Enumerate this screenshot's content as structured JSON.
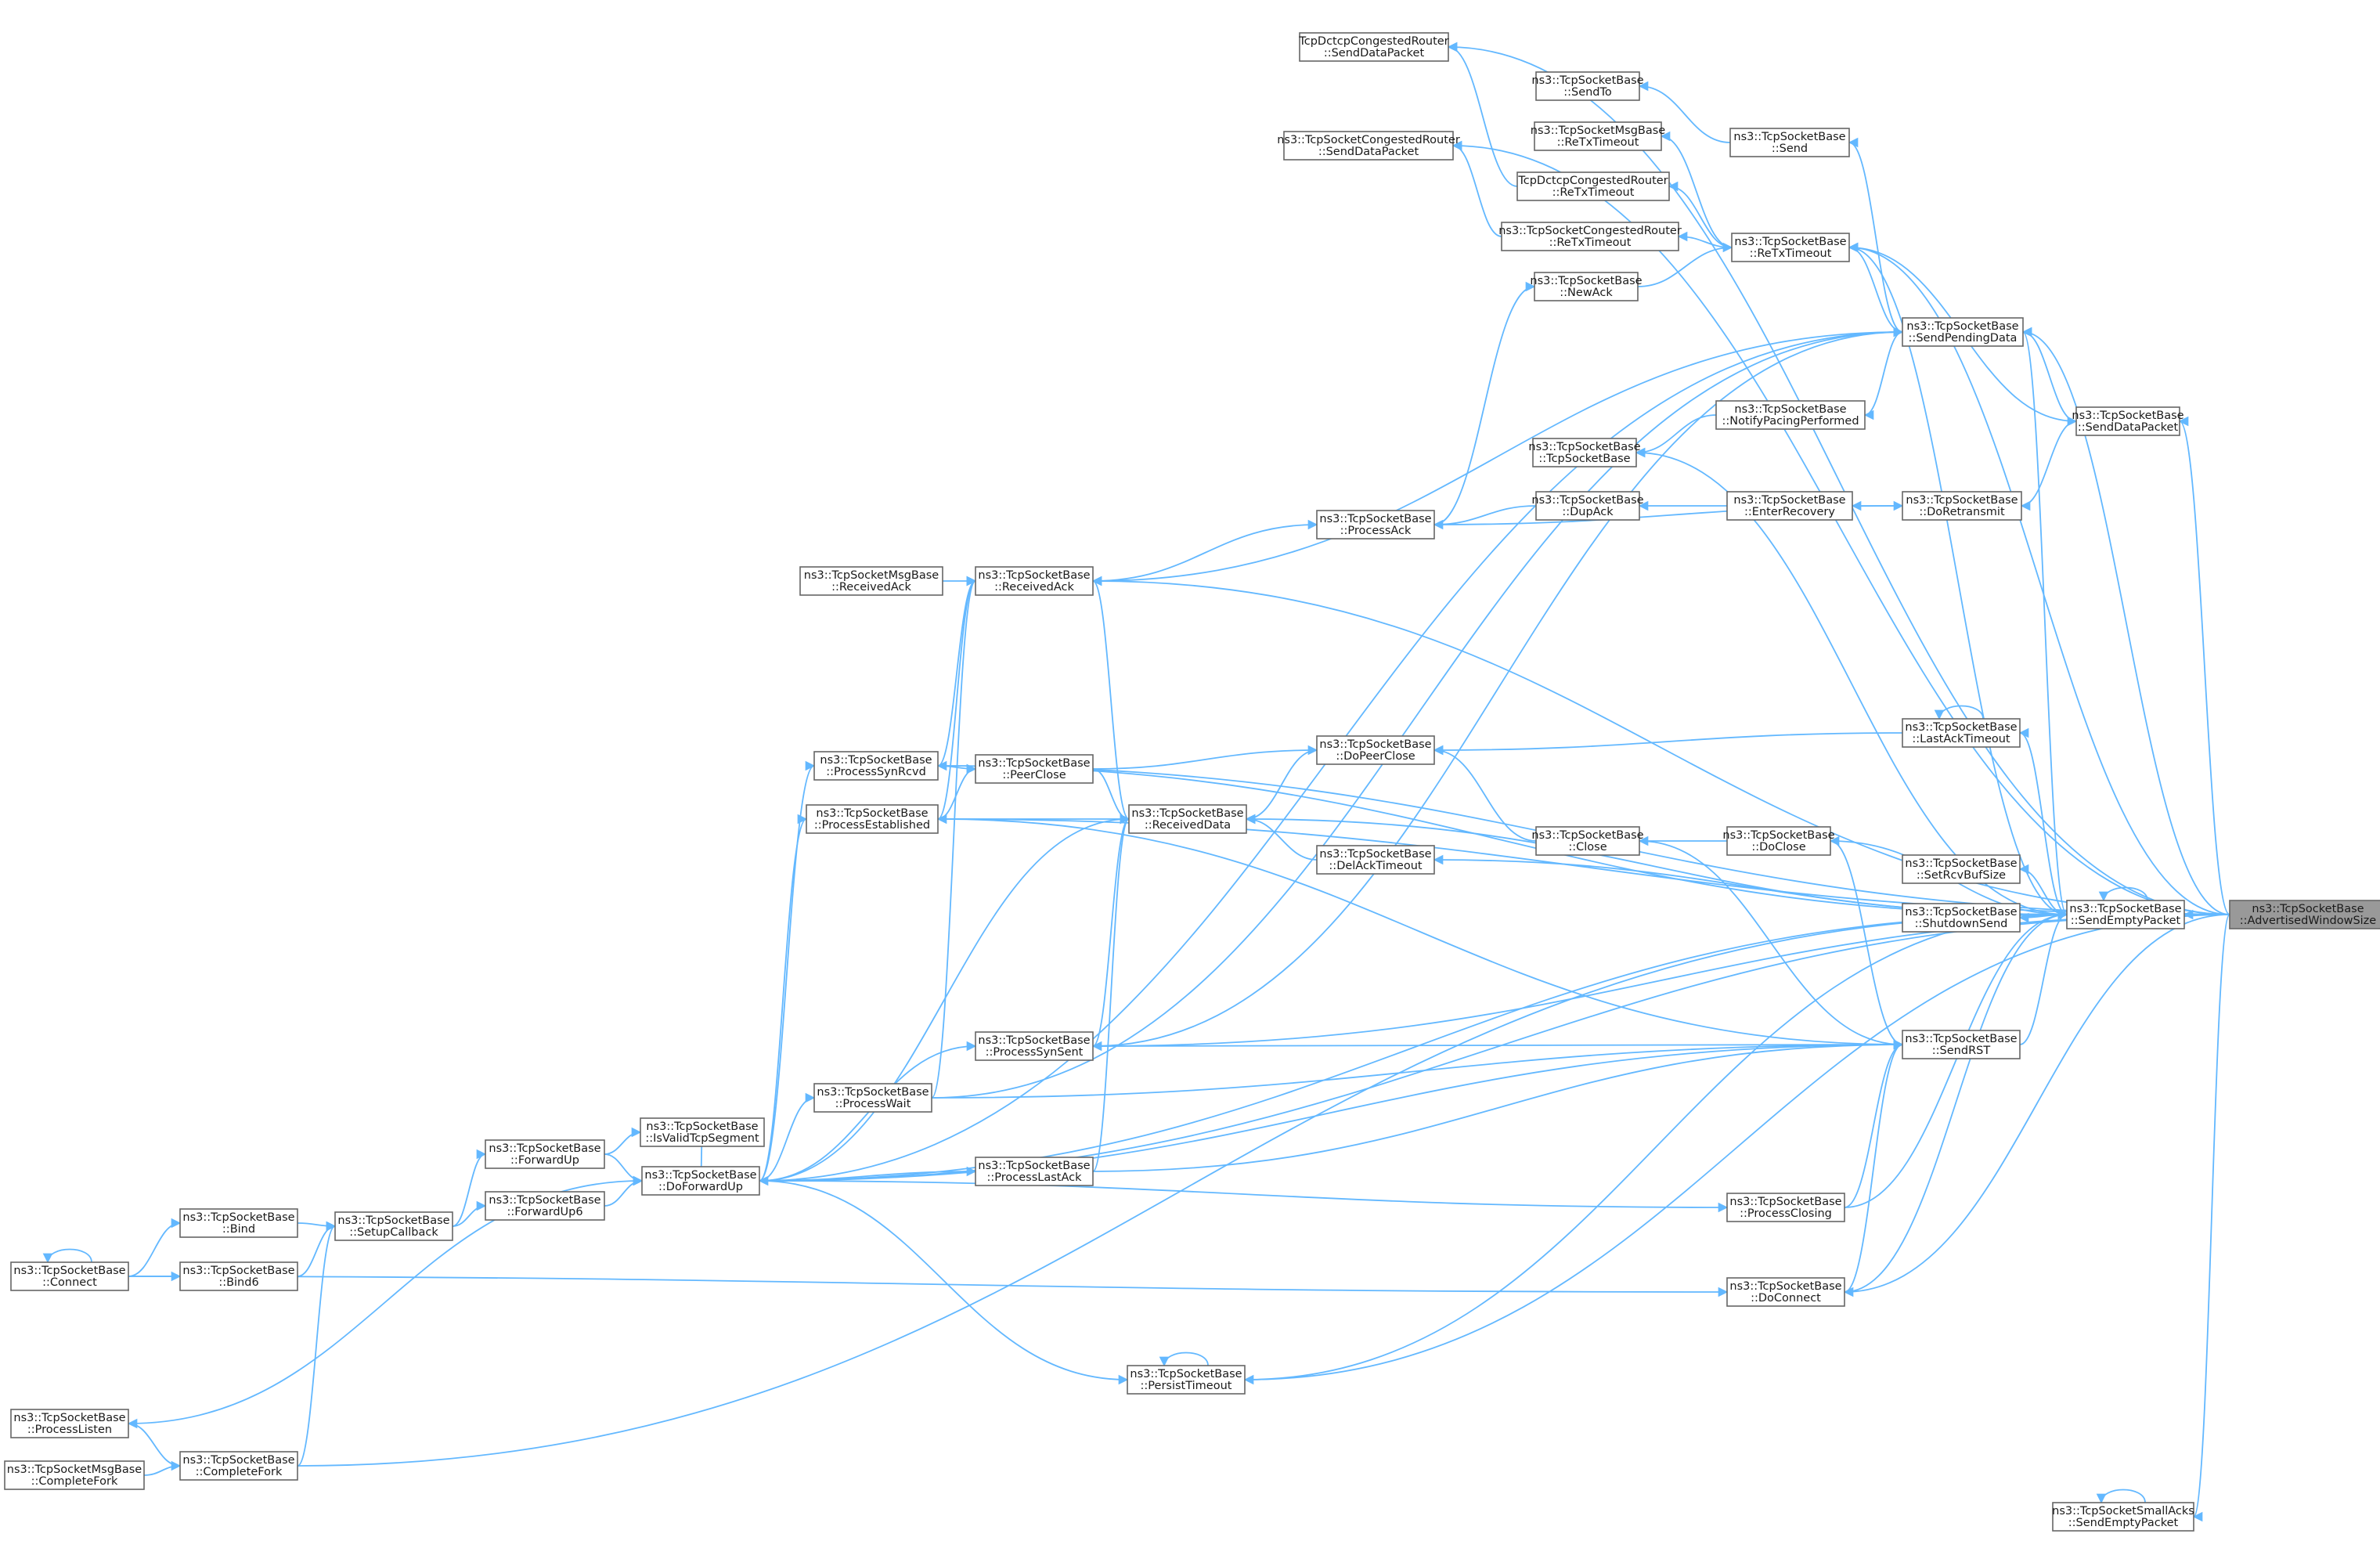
{
  "graph": {
    "root": "aws",
    "colors": {
      "edge": "#63b8ff",
      "node_border": "#666666",
      "root_fill": "#999999",
      "background": "#ffffff"
    },
    "nodes": {
      "aws": [
        "ns3::TcpSocketBase",
        "::AdvertisedWindowSize"
      ],
      "sep": [
        "ns3::TcpSocketBase",
        "::SendEmptyPacket"
      ],
      "smallacks": [
        "ns3::TcpSocketSmallAcks",
        "::SendEmptyPacket"
      ],
      "sdp": [
        "ns3::TcpSocketBase",
        "::SendDataPacket"
      ],
      "dctcpsdp": [
        "TcpDctcpCongestedRouter",
        "::SendDataPacket"
      ],
      "congsdp": [
        "ns3::TcpSocketCongestedRouter",
        "::SendDataPacket"
      ],
      "sendto": [
        "ns3::TcpSocketBase",
        "::SendTo"
      ],
      "send": [
        "ns3::TcpSocketBase",
        "::Send"
      ],
      "msgretx": [
        "ns3::TcpSocketMsgBase",
        "::ReTxTimeout"
      ],
      "dctcpretx": [
        "TcpDctcpCongestedRouter",
        "::ReTxTimeout"
      ],
      "congretx": [
        "ns3::TcpSocketCongestedRouter",
        "::ReTxTimeout"
      ],
      "retx": [
        "ns3::TcpSocketBase",
        "::ReTxTimeout"
      ],
      "newack": [
        "ns3::TcpSocketBase",
        "::NewAck"
      ],
      "spd": [
        "ns3::TcpSocketBase",
        "::SendPendingData"
      ],
      "npp": [
        "ns3::TcpSocketBase",
        "::NotifyPacingPerformed"
      ],
      "ctor": [
        "ns3::TcpSocketBase",
        "::TcpSocketBase"
      ],
      "dupack": [
        "ns3::TcpSocketBase",
        "::DupAck"
      ],
      "enterrec": [
        "ns3::TcpSocketBase",
        "::EnterRecovery"
      ],
      "doretx": [
        "ns3::TcpSocketBase",
        "::DoRetransmit"
      ],
      "procack": [
        "ns3::TcpSocketBase",
        "::ProcessAck"
      ],
      "msgrecack": [
        "ns3::TcpSocketMsgBase",
        "::ReceivedAck"
      ],
      "recack": [
        "ns3::TcpSocketBase",
        "::ReceivedAck"
      ],
      "synrcvd": [
        "ns3::TcpSocketBase",
        "::ProcessSynRcvd"
      ],
      "peerclose": [
        "ns3::TcpSocketBase",
        "::PeerClose"
      ],
      "dopeerclose": [
        "ns3::TcpSocketBase",
        "::DoPeerClose"
      ],
      "lastacktimeout": [
        "ns3::TcpSocketBase",
        "::LastAckTimeout"
      ],
      "established": [
        "ns3::TcpSocketBase",
        "::ProcessEstablished"
      ],
      "recdata": [
        "ns3::TcpSocketBase",
        "::ReceivedData"
      ],
      "close": [
        "ns3::TcpSocketBase",
        "::Close"
      ],
      "doclose": [
        "ns3::TcpSocketBase",
        "::DoClose"
      ],
      "delack": [
        "ns3::TcpSocketBase",
        "::DelAckTimeout"
      ],
      "setrcvbuf": [
        "ns3::TcpSocketBase",
        "::SetRcvBufSize"
      ],
      "shutdown": [
        "ns3::TcpSocketBase",
        "::ShutdownSend"
      ],
      "sendrst": [
        "ns3::TcpSocketBase",
        "::SendRST"
      ],
      "synsent": [
        "ns3::TcpSocketBase",
        "::ProcessSynSent"
      ],
      "wait": [
        "ns3::TcpSocketBase",
        "::ProcessWait"
      ],
      "validseg": [
        "ns3::TcpSocketBase",
        "::IsValidTcpSegment"
      ],
      "fwdup": [
        "ns3::TcpSocketBase",
        "::ForwardUp"
      ],
      "dofwdup": [
        "ns3::TcpSocketBase",
        "::DoForwardUp"
      ],
      "lastack": [
        "ns3::TcpSocketBase",
        "::ProcessLastAck"
      ],
      "fwdup6": [
        "ns3::TcpSocketBase",
        "::ForwardUp6"
      ],
      "bind": [
        "ns3::TcpSocketBase",
        "::Bind"
      ],
      "setupcb": [
        "ns3::TcpSocketBase",
        "::SetupCallback"
      ],
      "bind6": [
        "ns3::TcpSocketBase",
        "::Bind6"
      ],
      "connect": [
        "ns3::TcpSocketBase",
        "::Connect"
      ],
      "closing": [
        "ns3::TcpSocketBase",
        "::ProcessClosing"
      ],
      "doconnect": [
        "ns3::TcpSocketBase",
        "::DoConnect"
      ],
      "persist": [
        "ns3::TcpSocketBase",
        "::PersistTimeout"
      ],
      "listen": [
        "ns3::TcpSocketBase",
        "::ProcessListen"
      ],
      "msgfork": [
        "ns3::TcpSocketMsgBase",
        "::CompleteFork"
      ],
      "fork": [
        "ns3::TcpSocketBase",
        "::CompleteFork"
      ]
    },
    "edges": [
      [
        "sep",
        "aws"
      ],
      [
        "smallacks",
        "aws"
      ],
      [
        "smallacks",
        "smallacks"
      ],
      [
        "sdp",
        "aws"
      ],
      [
        "dctcpsdp",
        "aws"
      ],
      [
        "congsdp",
        "aws"
      ],
      [
        "retx",
        "aws"
      ],
      [
        "established",
        "aws"
      ],
      [
        "synrcvd",
        "aws"
      ],
      [
        "dofwdup",
        "aws"
      ],
      [
        "synsent",
        "aws"
      ],
      [
        "persist",
        "aws"
      ],
      [
        "doconnect",
        "aws"
      ],
      [
        "recack",
        "aws"
      ],
      [
        "spd",
        "aws"
      ],
      [
        "spd",
        "sdp"
      ],
      [
        "doretx",
        "sdp"
      ],
      [
        "sendto",
        "send"
      ],
      [
        "send",
        "spd"
      ],
      [
        "msgretx",
        "retx"
      ],
      [
        "dctcpsdp",
        "dctcpretx"
      ],
      [
        "congsdp",
        "congretx"
      ],
      [
        "dctcpretx",
        "retx"
      ],
      [
        "congretx",
        "retx"
      ],
      [
        "retx",
        "spd"
      ],
      [
        "retx",
        "sep"
      ],
      [
        "retx",
        "newack"
      ],
      [
        "newack",
        "procack"
      ],
      [
        "sdp",
        "retx"
      ],
      [
        "npp",
        "spd"
      ],
      [
        "ctor",
        "npp"
      ],
      [
        "ctor",
        "sep"
      ],
      [
        "procack",
        "dupack"
      ],
      [
        "dupack",
        "enterrec"
      ],
      [
        "enterrec",
        "doretx"
      ],
      [
        "doretx",
        "procack"
      ],
      [
        "procack",
        "recack"
      ],
      [
        "recack",
        "msgrecack"
      ],
      [
        "recack",
        "spd"
      ],
      [
        "recack",
        "synrcvd"
      ],
      [
        "recack",
        "established"
      ],
      [
        "recack",
        "wait"
      ],
      [
        "recdata",
        "recack"
      ],
      [
        "recdata",
        "established"
      ],
      [
        "recdata",
        "peerclose"
      ],
      [
        "recdata",
        "dopeerclose"
      ],
      [
        "recdata",
        "delack"
      ],
      [
        "recdata",
        "dofwdup"
      ],
      [
        "recdata",
        "synsent"
      ],
      [
        "recdata",
        "lastack"
      ],
      [
        "recdata",
        "sep"
      ],
      [
        "peerclose",
        "synrcvd"
      ],
      [
        "peerclose",
        "established"
      ],
      [
        "dopeerclose",
        "peerclose"
      ],
      [
        "dopeerclose",
        "close"
      ],
      [
        "dopeerclose",
        "lastacktimeout"
      ],
      [
        "lastacktimeout",
        "lastacktimeout"
      ],
      [
        "lastacktimeout",
        "sep"
      ],
      [
        "close",
        "doclose"
      ],
      [
        "doclose",
        "sep"
      ],
      [
        "delack",
        "sep"
      ],
      [
        "setrcvbuf",
        "sep"
      ],
      [
        "shutdown",
        "sep"
      ],
      [
        "sep",
        "sep"
      ],
      [
        "sep",
        "sendrst"
      ],
      [
        "sendrst",
        "wait"
      ],
      [
        "sendrst",
        "synsent"
      ],
      [
        "sendrst",
        "established"
      ],
      [
        "sendrst",
        "dofwdup"
      ],
      [
        "sendrst",
        "close"
      ],
      [
        "sendrst",
        "doclose"
      ],
      [
        "sendrst",
        "closing"
      ],
      [
        "sendrst",
        "doconnect"
      ],
      [
        "sendrst",
        "lastack"
      ],
      [
        "sep",
        "closing"
      ],
      [
        "sep",
        "doconnect"
      ],
      [
        "sep",
        "persist"
      ],
      [
        "sep",
        "fork"
      ],
      [
        "sep",
        "dofwdup"
      ],
      [
        "sep",
        "synrcvd"
      ],
      [
        "sep",
        "spd"
      ],
      [
        "synrcvd",
        "dofwdup"
      ],
      [
        "established",
        "dofwdup"
      ],
      [
        "wait",
        "dofwdup"
      ],
      [
        "synsent",
        "dofwdup"
      ],
      [
        "lastack",
        "dofwdup"
      ],
      [
        "closing",
        "dofwdup"
      ],
      [
        "spd",
        "synsent"
      ],
      [
        "spd",
        "dofwdup"
      ],
      [
        "spd",
        "wait"
      ],
      [
        "validseg",
        "fwdup"
      ],
      [
        "validseg",
        "dofwdup"
      ],
      [
        "dofwdup",
        "fwdup"
      ],
      [
        "dofwdup",
        "fwdup6"
      ],
      [
        "fwdup",
        "setupcb"
      ],
      [
        "fwdup6",
        "setupcb"
      ],
      [
        "setupcb",
        "bind"
      ],
      [
        "setupcb",
        "bind6"
      ],
      [
        "setupcb",
        "fork"
      ],
      [
        "bind",
        "connect"
      ],
      [
        "bind6",
        "connect"
      ],
      [
        "connect",
        "connect"
      ],
      [
        "doconnect",
        "connect"
      ],
      [
        "dofwdup",
        "listen"
      ],
      [
        "persist",
        "persist"
      ],
      [
        "persist",
        "dofwdup"
      ],
      [
        "listen",
        "fork"
      ],
      [
        "fork",
        "msgfork"
      ]
    ]
  }
}
